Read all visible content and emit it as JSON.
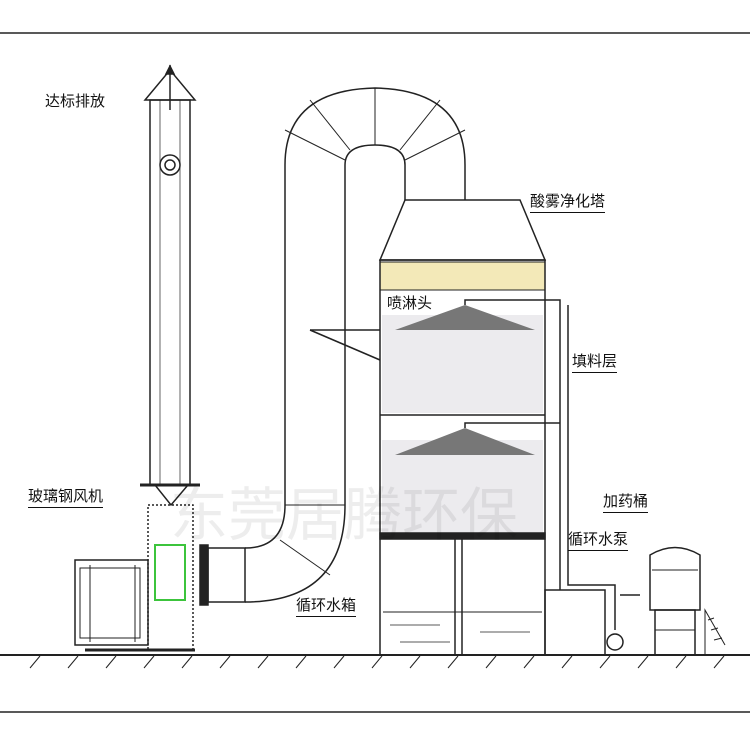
{
  "labels": {
    "exhaust": "达标排放",
    "fan": "玻璃钢风机",
    "tower": "酸雾净化塔",
    "spray_head": "喷淋头",
    "packing_layer": "填料层",
    "dosing_tank": "加药桶",
    "circulation_pump": "循环水泵",
    "circulation_tank": "循环水箱"
  },
  "watermark": "东莞居腾环保",
  "colors": {
    "packing_band": "#f3e9b8",
    "fan_highlight": "#3cc43c",
    "line": "#222222"
  }
}
